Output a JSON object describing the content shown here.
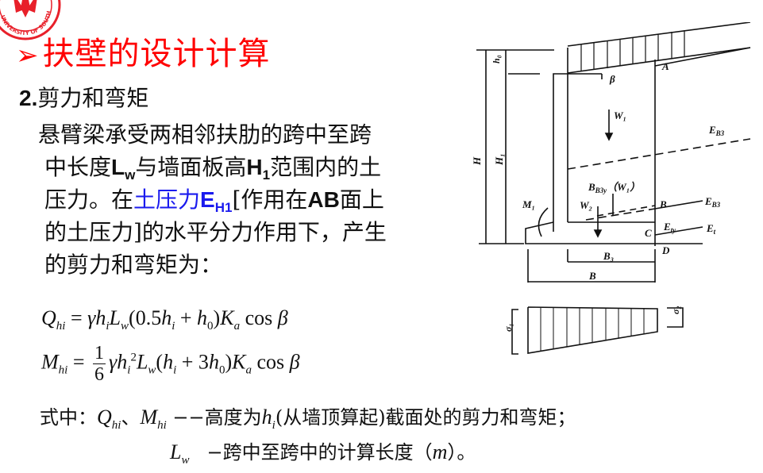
{
  "slide": {
    "logo": {
      "icon": "university-seal-icon",
      "text": "UNIVERSITY OF SOUTH CHINA",
      "color": "#e8202a"
    },
    "title": {
      "bullet": "➢",
      "text": "扶壁的设计计算",
      "color": "#ff0000"
    },
    "subtitle": {
      "number": "2.",
      "text": "剪力和弯矩"
    },
    "paragraph": {
      "line1": "悬臂梁承受两相邻扶肋的跨中至跨",
      "line2_a": "中长度",
      "line2_Lw": "L",
      "line2_Lw_sub": "w",
      "line2_b": "与墙面板高",
      "line2_H": "H",
      "line2_H_sub": "1",
      "line2_c": "范围内的土",
      "line3_a": "压力。在",
      "line3_blue": "土压力",
      "line3_E": "E",
      "line3_E_sub": "H1",
      "line3_b": "[作用在",
      "line3_AB": "AB",
      "line3_c": "面上",
      "line4": "的土压力]的水平分力作用下，产生",
      "line5": "的剪力和弯矩为：",
      "highlight_color": "#1a1aee"
    },
    "formulas": {
      "Q": {
        "lhs": "Q",
        "lhs_sub": "hi",
        "rhs_text": "= γh_i L_w (0.5h_i + h_0) K_a cos β"
      },
      "M": {
        "lhs": "M",
        "lhs_sub": "hi",
        "frac_num": "1",
        "frac_den": "6",
        "rhs_text": "γh_i² L_w (h_i + 3h_0) K_a cos β"
      }
    },
    "notes": {
      "line1_prefix": "式中：",
      "line1_Q": "Q",
      "line1_Q_sub": "hi",
      "line1_sep": "、",
      "line1_M": "M",
      "line1_M_sub": "hi",
      "line1_dash": " −−",
      "line1_text_a": "高度为",
      "line1_h": "h",
      "line1_h_sub": "i",
      "line1_text_b": "(从墙顶算起)截面处的剪力和弯矩；",
      "line2_L": "L",
      "line2_L_sub": "w",
      "line2_dash": "−",
      "line2_text_a": "跨中至跨中的计算长度（",
      "line2_m": "m",
      "line2_text_b": "）。"
    },
    "diagram": {
      "labels": {
        "h0": "h₀",
        "H": "H",
        "H1": "H₁",
        "A": "A",
        "beta": "β",
        "W1": "W₁",
        "EB3": "E_B3",
        "BB3y": "B_B3y（W₁）",
        "M1": "M₁",
        "W2": "W₂",
        "B_point": "B",
        "EB3_lower": "E_B3",
        "Ety": "E_ty",
        "Et": "E_t",
        "C": "C",
        "D": "D",
        "B3": "B₃",
        "B": "B",
        "sigma1": "σ₁",
        "sigma2": "σ₂"
      }
    }
  }
}
